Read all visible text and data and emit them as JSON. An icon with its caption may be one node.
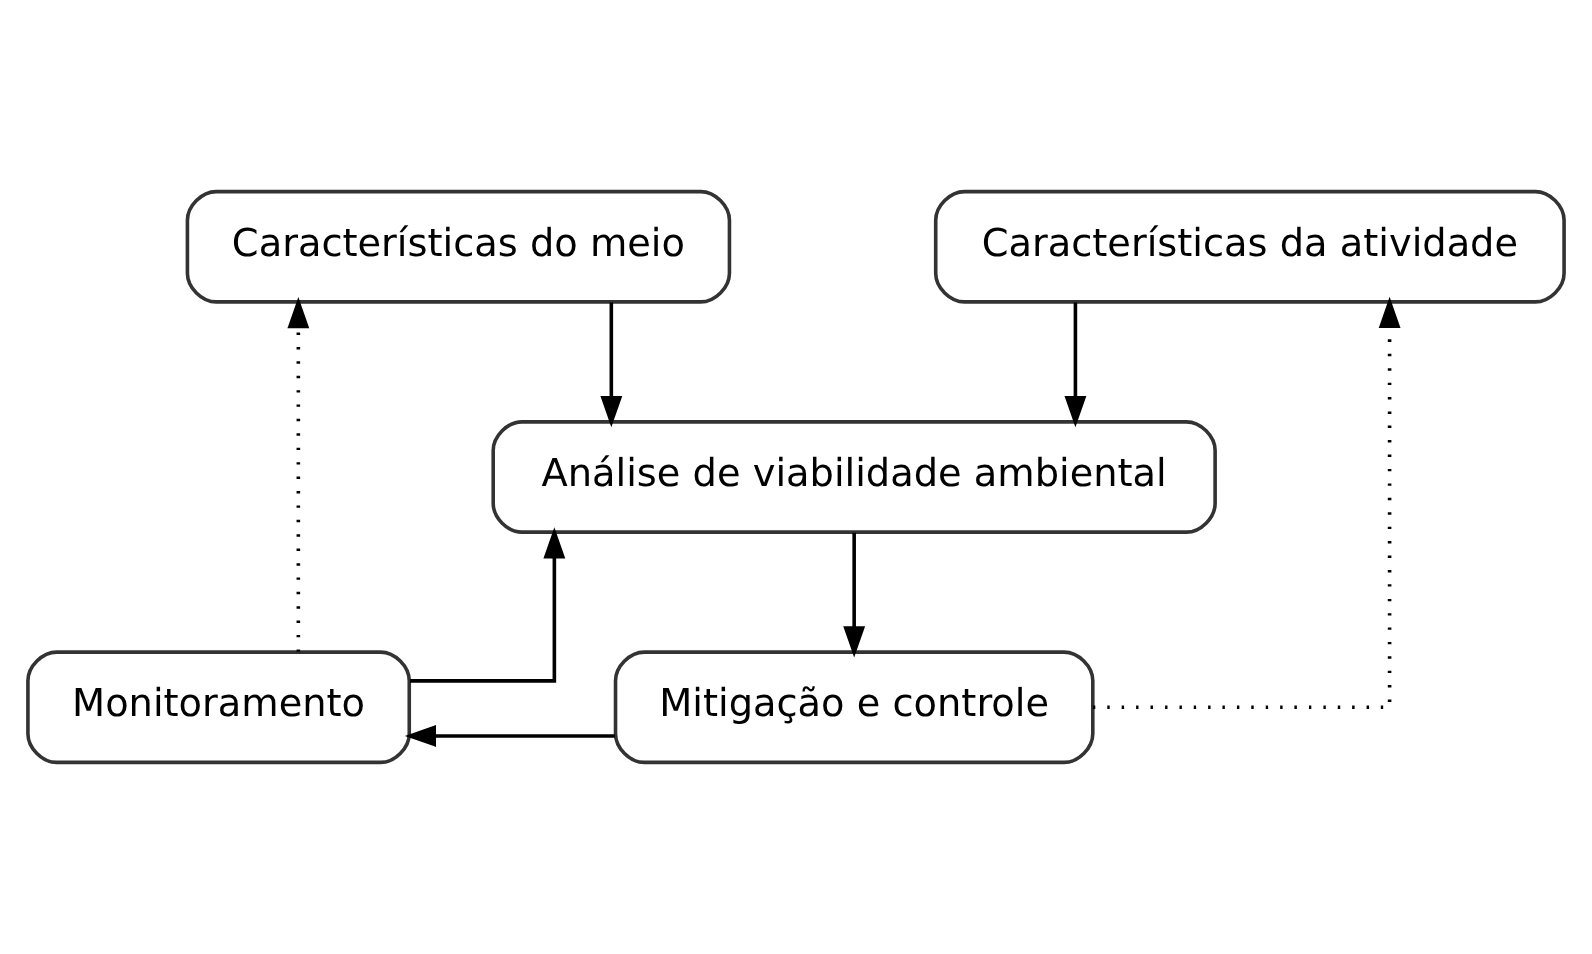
{
  "diagram": {
    "nodes": [
      {
        "text": [
          "Características do meio"
        ]
      },
      {
        "text": [
          "Características da atividade"
        ]
      },
      {
        "text": [
          "Análise de viabilidade ambiental"
        ]
      },
      {
        "text": [
          "Monitoramento"
        ]
      },
      {
        "text": [
          "Mitigação e controle"
        ]
      }
    ],
    "edges": [
      {
        "from": 0,
        "to": 2,
        "arrow": "to"
      },
      {
        "from": 1,
        "to": 2,
        "arrow": "to"
      },
      {
        "from": 2,
        "to": 4,
        "arrow": "to"
      },
      {
        "from": 4,
        "to": 3,
        "arrow": "to"
      },
      {
        "from": 3,
        "to": 2,
        "arrow": "to"
      },
      {
        "from": 3,
        "to": 0,
        "arrow": "to",
        "style": "dashed"
      },
      {
        "from": 4,
        "to": 1,
        "arrow": "to",
        "style": "dashed"
      }
    ]
  }
}
